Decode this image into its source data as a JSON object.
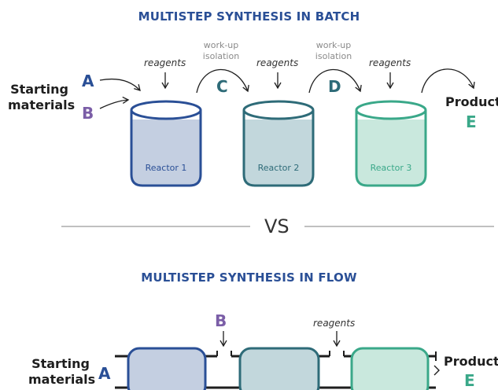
{
  "batch": {
    "title": "MULTISTEP SYNTHESIS IN BATCH",
    "starting_label": "Starting\nmaterials",
    "product_label": "Product",
    "letters": {
      "a": "A",
      "b": "B",
      "c": "C",
      "d": "D",
      "e": "E"
    },
    "reagents": [
      "reagents",
      "reagents",
      "reagents"
    ],
    "workup": [
      "work-up\nisolation",
      "work-up\nisolation"
    ],
    "reactors": [
      "Reactor 1",
      "Reactor 2",
      "Reactor 3"
    ]
  },
  "vs_label": "VS",
  "flow": {
    "title": "MULTISTEP SYNTHESIS IN FLOW",
    "starting_label": "Starting\nmaterials",
    "product_label": "Product",
    "letters": {
      "a": "A",
      "b": "B",
      "e": "E"
    },
    "reagents": "reagents"
  },
  "colors": {
    "title": "#2a4f96",
    "a": "#2a4f96",
    "b": "#7b5ea7",
    "c": "#2e6b78",
    "d": "#2e6b78",
    "e": "#3aa889",
    "reactor1_stroke": "#2a4f96",
    "reactor1_fill": "#c4cfe1",
    "reactor2_stroke": "#2e6b78",
    "reactor2_fill": "#c2d7dc",
    "reactor3_stroke": "#3aa889",
    "reactor3_fill": "#c9e8dd"
  }
}
